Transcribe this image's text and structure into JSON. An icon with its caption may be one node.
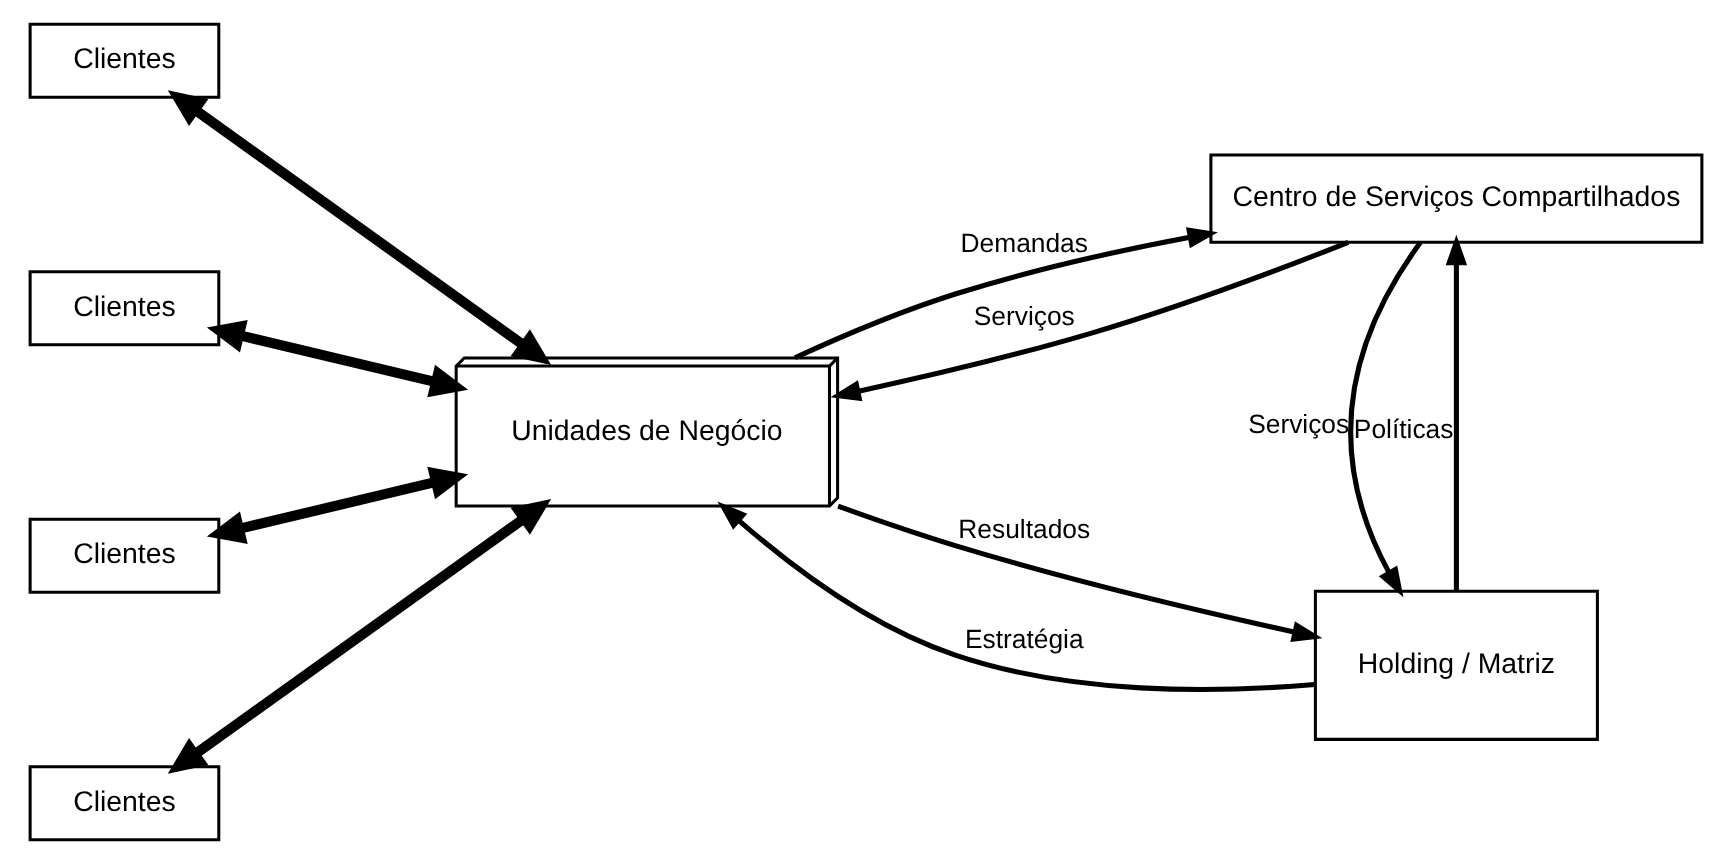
{
  "diagram": {
    "nodes": [
      {
        "text": [
          "Clientes"
        ]
      },
      {
        "text": [
          "Clientes"
        ]
      },
      {
        "text": [
          "Clientes"
        ]
      },
      {
        "text": [
          "Clientes"
        ]
      },
      {
        "text": [
          "Unidades de Negócio"
        ]
      },
      {
        "text": [
          "Holding / Matriz"
        ]
      },
      {
        "text": [
          "Centro de Serviços Compartilhados"
        ]
      }
    ],
    "edges": [
      {
        "from": 0,
        "to": 4,
        "arrow": "both",
        "style": "thick"
      },
      {
        "from": 1,
        "to": 4,
        "arrow": "both",
        "style": "thick"
      },
      {
        "from": 2,
        "to": 4,
        "arrow": "both",
        "style": "thick"
      },
      {
        "from": 3,
        "to": 4,
        "arrow": "both",
        "style": "thick"
      },
      {
        "from": 4,
        "to": 5,
        "arrow": "to",
        "label": "Resultados"
      },
      {
        "from": 5,
        "to": 4,
        "arrow": "to",
        "label": "Estratégia"
      },
      {
        "from": 5,
        "to": 6,
        "arrow": "to",
        "label": "Políticas"
      },
      {
        "from": 6,
        "to": 5,
        "arrow": "to",
        "label": "Serviços"
      },
      {
        "from": 6,
        "to": 4,
        "arrow": "to",
        "label": "Serviços"
      },
      {
        "from": 4,
        "to": 6,
        "arrow": "to",
        "label": "Demandas"
      }
    ]
  }
}
